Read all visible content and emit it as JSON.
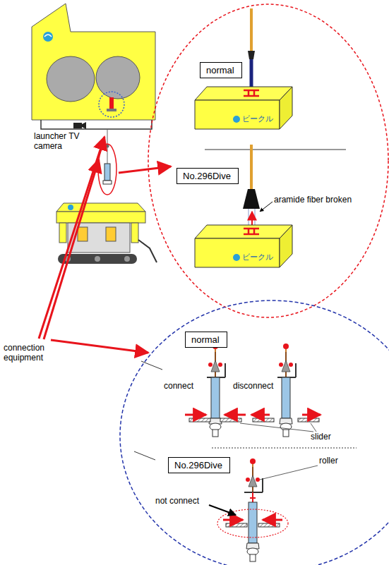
{
  "diagram": {
    "nodes": [
      {
        "text": [
          "normal"
        ]
      },
      {
        "text": [
          "ビークル"
        ]
      },
      {
        "text": [
          "No.296Dive"
        ]
      },
      {
        "text": [
          "ビークル"
        ]
      },
      {
        "text": [
          "normal"
        ]
      },
      {
        "text": [
          "No.296Dive"
        ]
      }
    ],
    "labels": [
      "launcher TV camera",
      "connection equipment",
      "aramide fiber broken",
      "connect",
      "disconnect",
      "slider",
      "roller",
      "not connect"
    ]
  }
}
